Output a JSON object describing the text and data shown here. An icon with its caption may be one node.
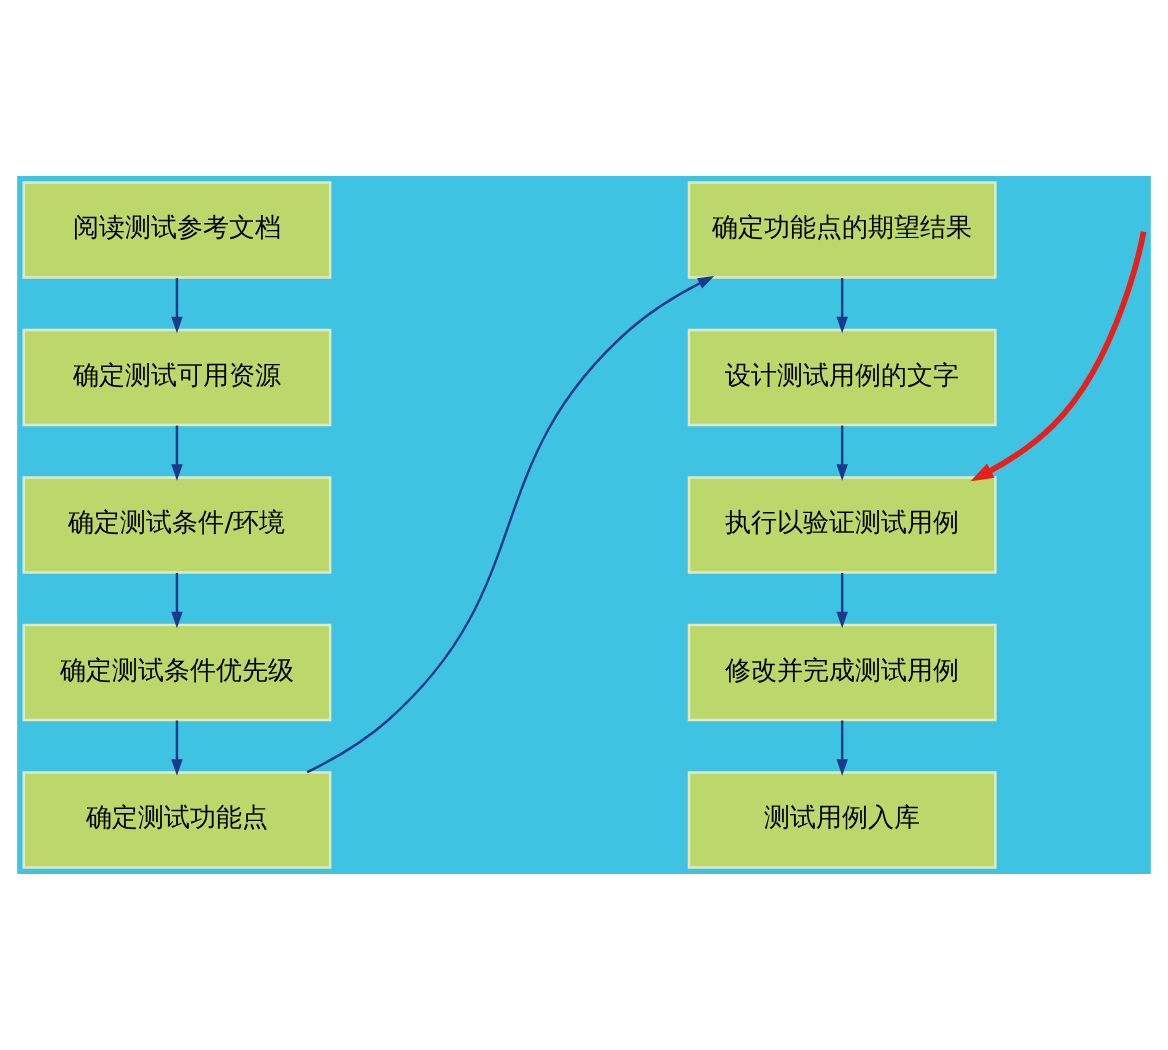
{
  "diagram": {
    "nodes": [
      {
        "text": [
          "阅读测试参考文档"
        ]
      },
      {
        "text": [
          "确定测试可用资源"
        ]
      },
      {
        "text": [
          "确定测试条件/环境"
        ]
      },
      {
        "text": [
          "确定测试条件优先级"
        ]
      },
      {
        "text": [
          "确定测试功能点"
        ]
      },
      {
        "text": [
          "确定功能点的期望结果"
        ]
      },
      {
        "text": [
          "设计测试用例的文字"
        ]
      },
      {
        "text": [
          "执行以验证测试用例"
        ]
      },
      {
        "text": [
          "修改并完成测试用例"
        ]
      },
      {
        "text": [
          "测试用例入库"
        ]
      }
    ],
    "edges": [
      {
        "from": 0,
        "to": 1,
        "arrow": "to"
      },
      {
        "from": 1,
        "to": 2,
        "arrow": "to"
      },
      {
        "from": 2,
        "to": 3,
        "arrow": "to"
      },
      {
        "from": 3,
        "to": 4,
        "arrow": "to"
      },
      {
        "from": 4,
        "to": 5,
        "arrow": "to"
      },
      {
        "from": 5,
        "to": 6,
        "arrow": "to"
      },
      {
        "from": 6,
        "to": 7,
        "arrow": "to"
      },
      {
        "from": 7,
        "to": 8,
        "arrow": "to"
      },
      {
        "from": 8,
        "to": 9,
        "arrow": "to"
      },
      {
        "from": null,
        "to": 7,
        "arrow": "to",
        "style": "thick",
        "color": "#e8201c"
      }
    ]
  }
}
